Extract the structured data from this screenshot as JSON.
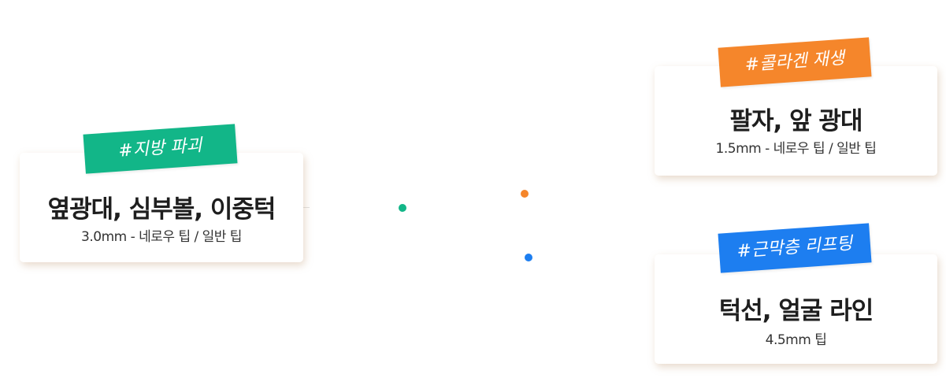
{
  "colors": {
    "green": "#12b688",
    "orange": "#f5862b",
    "blue": "#1d7ef0"
  },
  "cards": {
    "left": {
      "tag": "#지방 파괴",
      "title": "옆광대, 심부볼, 이중턱",
      "subtitle": "3.0mm - 네로우 팁 / 일반 팁"
    },
    "top_right": {
      "tag": "#콜라겐 재생",
      "title": "팔자, 앞 광대",
      "subtitle": "1.5mm - 네로우 팁 / 일반 팁"
    },
    "bottom_right": {
      "tag": "#근막층 리프팅",
      "title": "턱선, 얼굴 라인",
      "subtitle": "4.5mm 팁"
    }
  }
}
